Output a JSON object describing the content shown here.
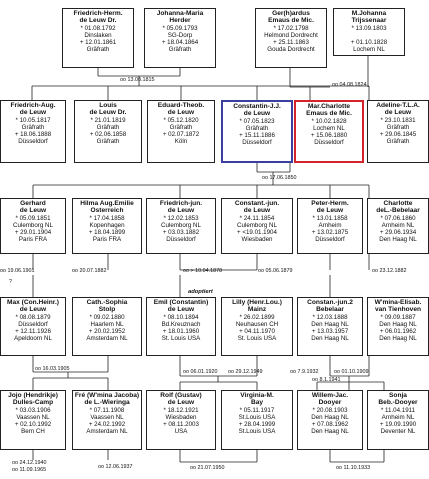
{
  "people": {
    "friedrich_herm": {
      "name": [
        "Friedrich-Herm.",
        "de Leuw Dr."
      ],
      "lines": [
        "* 01.08.1792",
        "Dinslaken",
        "+ 12.01.1861",
        "Gräfrath"
      ]
    },
    "johanna_maria": {
      "name": [
        "Johanna-Maria",
        "Herder"
      ],
      "lines": [
        "* 05.09.1793",
        "SG-Dorp",
        "+ 18.04.1864",
        "Gräfrath"
      ]
    },
    "gerhardus": {
      "name": [
        "Ger(h)ardus",
        "Emaus de Mic."
      ],
      "lines": [
        "* 17.02.1798",
        "Helmond Dordrecht",
        "+ 25.11.1863",
        "Gouda Dordrecht"
      ]
    },
    "m_johanna": {
      "name": [
        "M.Johanna",
        "Trijssenaar"
      ],
      "lines": [
        "* 13.09.1803",
        "",
        "+ 01.10.1828",
        "Lochem NL"
      ]
    },
    "friedrich_aug": {
      "name": [
        "Friedrich-Aug.",
        "de Leuw"
      ],
      "lines": [
        "* 10.05.1817",
        "Gräfrath",
        "+ 18.06.1888",
        "Düsseldorf"
      ]
    },
    "louis": {
      "name": [
        "Louis",
        "de Leuw Dr."
      ],
      "lines": [
        "* 21.01.1819",
        "Gräfrath",
        "+ 02.06.1858",
        "Gräfrath"
      ]
    },
    "eduard_theob": {
      "name": [
        "Eduard-Theob.",
        "de Leuw"
      ],
      "lines": [
        "* 05.12.1820",
        "Gräfrath",
        "+ 02.07.1872",
        "Köln"
      ]
    },
    "constantin_jj": {
      "name": [
        "Constantin-J.J.",
        "de Leuw"
      ],
      "lines": [
        "* 07.05.1823",
        "Gräfrath",
        "+ 15.11.1886",
        "Düsseldorf"
      ]
    },
    "mar_charlotte": {
      "name": [
        "Mar.Charlotte",
        "Emaus de Mic."
      ],
      "lines": [
        "* 10.02.1828",
        "Lochem NL",
        "+ 15.06.1880",
        "Düsseldorf"
      ]
    },
    "adeline": {
      "name": [
        "Adeline-T.L.A.",
        "de Leuw"
      ],
      "lines": [
        "* 23.10.1831",
        "Gräfrath",
        "+ 29.06.1845",
        "Gräfrath"
      ]
    },
    "gerhard": {
      "name": [
        "Gerhard",
        "de Leuw"
      ],
      "lines": [
        "* 05.09.1851",
        "Culemborg NL",
        "+ 29.01.1904",
        "Paris FRA"
      ]
    },
    "hilma": {
      "name": [
        "Hilma Aug.Emilie",
        "Osterreich"
      ],
      "lines": [
        "* 17.04.1858",
        "Kopenhagen",
        "+ 18.04.1899",
        "Paris FRA"
      ]
    },
    "friedrich_jun": {
      "name": [
        "Friedrich-jun.",
        "de Leuw"
      ],
      "lines": [
        "* 12.02.1853",
        "Culemborg NL",
        "+ 03.03.1882",
        "Düsseldorf"
      ]
    },
    "constant_jun": {
      "name": [
        "Constant.-jun.",
        "de Leuw"
      ],
      "lines": [
        "* 24.11.1854",
        "Culemborg NL",
        "+ <19.01.1904",
        "Wiesbaden"
      ]
    },
    "peter_herm": {
      "name": [
        "Peter-Herm.",
        "de Leuw"
      ],
      "lines": [
        "* 13.01.1858",
        "Arnheim",
        "+ 13.02.1875",
        "Düsseldorf"
      ]
    },
    "charlotte": {
      "name": [
        "Charlotte",
        "deL.-Bebelaar"
      ],
      "lines": [
        "* 07.06.1860",
        "Arnheim NL",
        "+ 29.06.1934",
        "Den Haag NL"
      ]
    },
    "max": {
      "name": [
        "Max (Con.Heinr.)",
        "de Leuw"
      ],
      "lines": [
        "* 08.08.1879",
        "Düsseldorf",
        "+ 12.11.1926",
        "Apeldoorn NL"
      ]
    },
    "cath_sophia": {
      "name": [
        "Cath.-Sophia",
        "Stolp"
      ],
      "lines": [
        "* 09.02.1880",
        "Haarlem NL",
        "+ 20.02.1952",
        "Amsterdam NL"
      ]
    },
    "emil": {
      "name": [
        "Emil (Constantin)",
        "de Leuw"
      ],
      "lines": [
        "* 08.10.1894",
        "Bd.Kreuznach",
        "+ 18.01.1960",
        "St. Louis USA"
      ]
    },
    "lilly": {
      "name": [
        "Lilly (Henr.Lou.)",
        "Mainz"
      ],
      "lines": [
        "* 26.02.1899",
        "Neuhausen CH",
        "+ 04.11.1970",
        "St. Louis USA"
      ]
    },
    "constan_jun2": {
      "name": [
        "Constan.-jun.2",
        "Bebelaar"
      ],
      "lines": [
        "* 12.03.1888",
        "Den Haag NL",
        "+ 13.03.1957",
        "Den Haag NL"
      ]
    },
    "wmina": {
      "name": [
        "W'mina-Elisab.",
        "van Tienhoven"
      ],
      "lines": [
        "* 09.09.1887",
        "Den Haag NL",
        "+ 06.01.1962",
        "Den Haag NL"
      ]
    },
    "jojo": {
      "name": [
        "Jojo (Hendrikje)",
        "Dulles-Camp"
      ],
      "lines": [
        "* 03.03.1906",
        "Vaassen NL",
        "+ 02.10.1992",
        "Bern CH"
      ]
    },
    "fre": {
      "name": [
        "Fré (W'mina Jacoba)",
        "de L.-Wieringa"
      ],
      "lines": [
        "* 07.11.1908",
        "Vaassen NL",
        "+ 24.02.1992",
        "Amsterdam NL"
      ]
    },
    "rolf": {
      "name": [
        "Rolf (Gustav)",
        "de Leuw"
      ],
      "lines": [
        "* 18.12.1921",
        "Wiesbaden",
        "+ 08.11.2003",
        "USA"
      ]
    },
    "virginia": {
      "name": [
        "Virginia-M.",
        "Bay"
      ],
      "lines": [
        "* 05.11.1917",
        "St.Louis USA",
        "+ 28.04.1999",
        "St.Louis USA"
      ]
    },
    "willem_jac": {
      "name": [
        "Willem-Jac.",
        "Dooyer"
      ],
      "lines": [
        "* 20.08.1903",
        "Den Haag NL",
        "+ 07.08.1962",
        "Den Haag NL"
      ]
    },
    "sonja": {
      "name": [
        "Sonja",
        "Beb.-Dooyer"
      ],
      "lines": [
        "* 11.04.1911",
        "Arnheim NL",
        "+ 19.09.1990",
        "Deventer NL"
      ]
    }
  },
  "marriages": {
    "m1815": "oo 13.08.1815",
    "m1824": "oo 04.08.1824",
    "m1850": "oo 17.06.1850",
    "m1901": "oo 19.06.1901",
    "m1882": "oo 20.07.1882",
    "m1878": "oo > 10.04.1878",
    "m1879": "oo 05.06.1879",
    "m1882b": "oo 23.12.1882",
    "adoptiert": "adoptiert",
    "q": "?",
    "m1905": "oo 16.03.1905",
    "m1920": "oo 06.01.1920",
    "m1949": "oo 29.12.1949",
    "m1932": "oo 7.9.1932",
    "m1941": "oo 8.1.1941",
    "m1909": "oo 01.10.1909",
    "m1940": "oo 24.12.1940",
    "m1965": "oo 11.09.1965",
    "m1937": "oo 12.06.1937",
    "m1950": "oo 21.07.1950",
    "m1933": "oo 11.10.1933"
  }
}
